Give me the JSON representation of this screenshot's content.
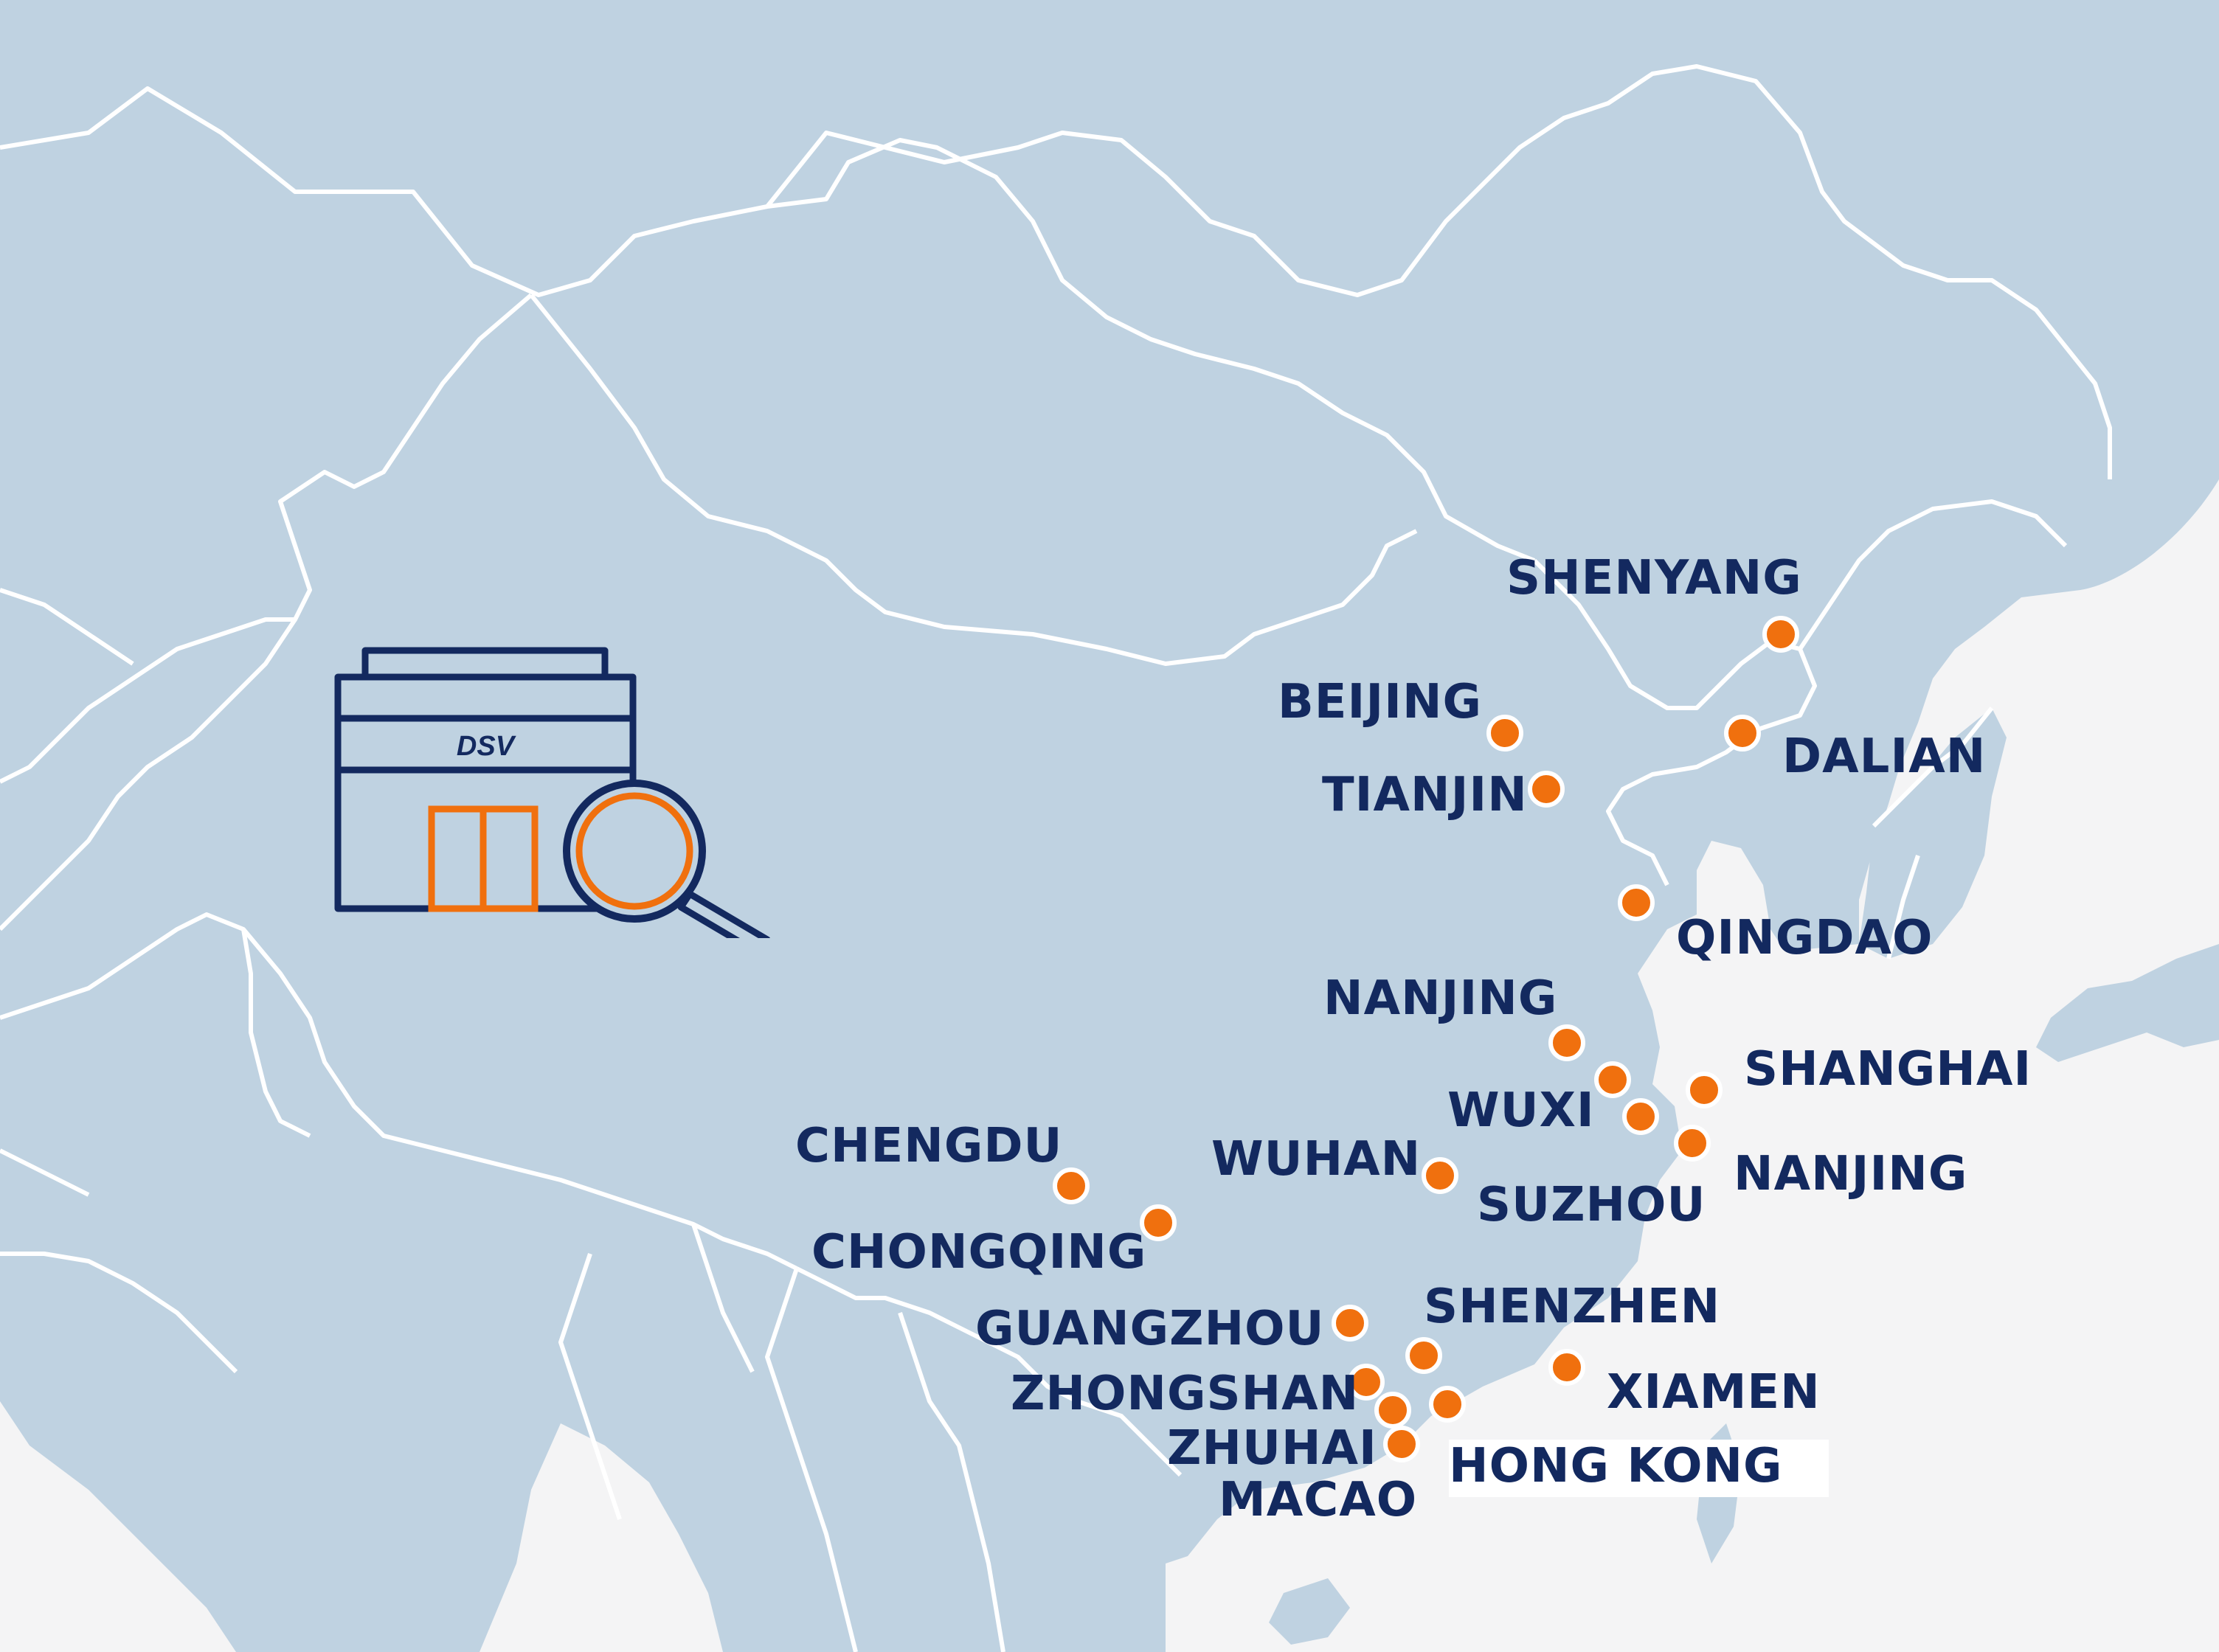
{
  "colors": {
    "land": "#bfd2e1",
    "sea": "#f4f4f5",
    "border": "#ffffff",
    "marker": "#f0700e",
    "text": "#13295f"
  },
  "logo": {
    "brand": "DSV",
    "icon": "warehouse-search-icon"
  },
  "cities": [
    {
      "id": "shenyang",
      "label": "SHENYANG"
    },
    {
      "id": "beijing",
      "label": "BEIJING"
    },
    {
      "id": "dalian",
      "label": "DALIAN"
    },
    {
      "id": "tianjin",
      "label": "TIANJIN"
    },
    {
      "id": "qingdao",
      "label": "QINGDAO"
    },
    {
      "id": "nanjing-north",
      "label": "NANJING"
    },
    {
      "id": "shanghai",
      "label": "SHANGHAI"
    },
    {
      "id": "wuxi",
      "label": "WUXI"
    },
    {
      "id": "nanjing-south",
      "label": "NANJING"
    },
    {
      "id": "chengdu",
      "label": "CHENGDU"
    },
    {
      "id": "wuhan",
      "label": "WUHAN"
    },
    {
      "id": "suzhou",
      "label": "SUZHOU"
    },
    {
      "id": "chongqing",
      "label": "CHONGQING"
    },
    {
      "id": "shenzhen",
      "label": "SHENZHEN"
    },
    {
      "id": "guangzhou",
      "label": "GUANGZHOU"
    },
    {
      "id": "xiamen",
      "label": "XIAMEN"
    },
    {
      "id": "zhongshan",
      "label": "ZHONGSHAN"
    },
    {
      "id": "zhuhai",
      "label": "ZHUHAI"
    },
    {
      "id": "hong-kong",
      "label": "HONG KONG"
    },
    {
      "id": "macao",
      "label": "MACAO"
    }
  ]
}
